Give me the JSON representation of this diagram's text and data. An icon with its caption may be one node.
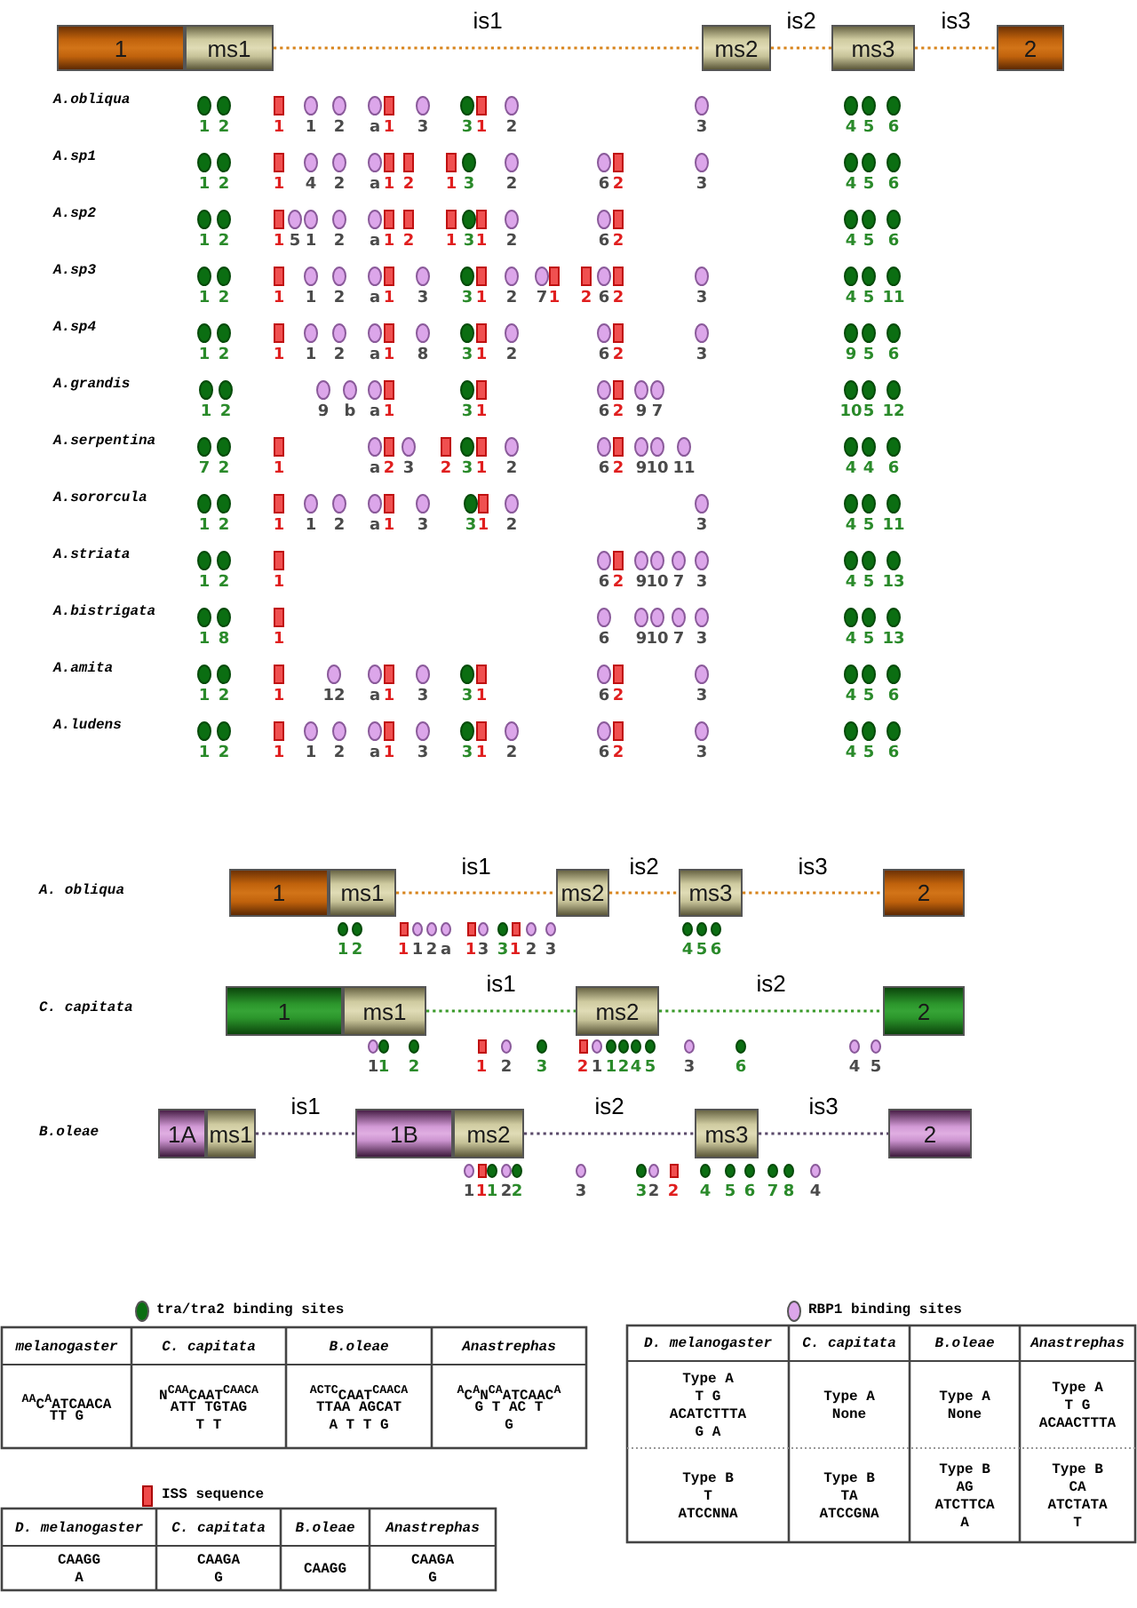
{
  "diagram": {
    "nodes": [
      {
        "text": [
          "1"
        ]
      },
      {
        "text": [
          "ms1"
        ]
      },
      {
        "text": [
          "ms2"
        ]
      },
      {
        "text": [
          "ms3"
        ]
      },
      {
        "text": [
          "2"
        ]
      },
      {
        "text": [
          "1"
        ]
      },
      {
        "text": [
          "ms1"
        ]
      },
      {
        "text": [
          "ms2"
        ]
      },
      {
        "text": [
          "ms3"
        ]
      },
      {
        "text": [
          "2"
        ]
      },
      {
        "text": [
          "1"
        ]
      },
      {
        "text": [
          "ms1"
        ]
      },
      {
        "text": [
          "ms2"
        ]
      },
      {
        "text": [
          "2"
        ]
      },
      {
        "text": [
          "1A"
        ]
      },
      {
        "text": [
          "ms1"
        ]
      },
      {
        "text": [
          "1B"
        ]
      },
      {
        "text": [
          "ms2"
        ]
      },
      {
        "text": [
          "ms3"
        ]
      },
      {
        "text": [
          "2"
        ]
      }
    ],
    "edges": [
      {
        "from": 1,
        "to": 2,
        "arrow": "none",
        "style": "dashed",
        "label": "is1"
      },
      {
        "from": 2,
        "to": 3,
        "arrow": "none",
        "style": "dashed",
        "label": "is2"
      },
      {
        "from": 3,
        "to": 4,
        "arrow": "none",
        "style": "dashed",
        "label": "is3"
      },
      {
        "from": 6,
        "to": 7,
        "arrow": "none",
        "style": "dashed",
        "label": "is1"
      },
      {
        "from": 7,
        "to": 8,
        "arrow": "none",
        "style": "dashed",
        "label": "is2"
      },
      {
        "from": 8,
        "to": 9,
        "arrow": "none",
        "style": "dashed",
        "label": "is3"
      },
      {
        "from": 11,
        "to": 12,
        "arrow": "none",
        "style": "dashed",
        "label": "is1",
        "color": "#3a9a2a"
      },
      {
        "from": 12,
        "to": 13,
        "arrow": "none",
        "style": "dashed",
        "label": "is2",
        "color": "#3a9a2a"
      },
      {
        "from": 15,
        "to": 16,
        "arrow": "none",
        "style": "dashed",
        "label": "is1",
        "color": "#5a4a6a"
      },
      {
        "from": 17,
        "to": 18,
        "arrow": "none",
        "style": "dashed",
        "label": "is2",
        "color": "#5a4a6a"
      },
      {
        "from": 18,
        "to": 19,
        "arrow": "none",
        "style": "dashed",
        "label": "is3",
        "color": "#5a4a6a"
      }
    ],
    "labels": [
      "A.obliqua",
      "1",
      "2",
      "1",
      "1",
      "2",
      "a",
      "1",
      "3",
      "3",
      "1",
      "2",
      "3",
      "4",
      "5",
      "6",
      "A.sp1",
      "1",
      "2",
      "1",
      "4",
      "2",
      "a",
      "1",
      "2",
      "1",
      "3",
      "2",
      "6",
      "2",
      "3",
      "4",
      "5",
      "6",
      "A.sp2",
      "1",
      "2",
      "1",
      "5",
      "1",
      "2",
      "a",
      "1",
      "2",
      "1",
      "3",
      "1",
      "2",
      "6",
      "2",
      "4",
      "5",
      "6",
      "A.sp3",
      "1",
      "2",
      "1",
      "1",
      "2",
      "a",
      "1",
      "3",
      "3",
      "1",
      "2",
      "7",
      "1",
      "2",
      "6",
      "2",
      "3",
      "4",
      "5",
      "11",
      "A.sp4",
      "1",
      "2",
      "1",
      "1",
      "2",
      "a",
      "1",
      "8",
      "3",
      "1",
      "2",
      "6",
      "2",
      "3",
      "9",
      "5",
      "6",
      "A.grandis",
      "1",
      "2",
      "9",
      "b",
      "a",
      "1",
      "3",
      "1",
      "6",
      "2",
      "9",
      "7",
      "10",
      "5",
      "12",
      "A.serpentina",
      "7",
      "2",
      "1",
      "a",
      "2",
      "3",
      "2",
      "3",
      "1",
      "2",
      "6",
      "2",
      "9",
      "10",
      "11",
      "4",
      "4",
      "6",
      "A.sororcula",
      "1",
      "2",
      "1",
      "1",
      "2",
      "a",
      "1",
      "3",
      "3",
      "1",
      "2",
      "3",
      "4",
      "5",
      "11",
      "A.striata",
      "1",
      "2",
      "1",
      "6",
      "2",
      "9",
      "10",
      "7",
      "3",
      "4",
      "5",
      "13",
      "A.bistrigata",
      "1",
      "8",
      "1",
      "6",
      "9",
      "10",
      "7",
      "3",
      "4",
      "5",
      "13",
      "A.amita",
      "1",
      "2",
      "1",
      "12",
      "a",
      "1",
      "3",
      "3",
      "1",
      "6",
      "2",
      "3",
      "4",
      "5",
      "6",
      "A.ludens",
      "1",
      "2",
      "1",
      "1",
      "2",
      "a",
      "1",
      "3",
      "3",
      "1",
      "2",
      "6",
      "2",
      "3",
      "4",
      "5",
      "6",
      "A. obliqua",
      "1",
      "2",
      "1",
      "1",
      "2",
      "a",
      "1",
      "3",
      "3",
      "1",
      "2",
      "3",
      "4",
      "5",
      "6",
      "C. capitata",
      "1",
      "1",
      "2",
      "1",
      "2",
      "3",
      "2",
      "1",
      "1",
      "2",
      "4",
      "5",
      "3",
      "6",
      "4",
      "5",
      "B.oleae",
      "1",
      "1",
      "1",
      "2",
      "2",
      "3",
      "3",
      "2",
      "2",
      "4",
      "5",
      "6",
      "7",
      "8",
      "4",
      "melanogaster",
      "C. capitata",
      "B.oleae",
      "Anastrephas",
      "$^{AA}$C$^{A}$ATCAACA",
      "TT G",
      "N$^{CAA}$CAAT$^{CAACA}$",
      "ATT TGTAG",
      "T T",
      "$^{ACTC}$CAAT$^{CAACA}$",
      "TTAA AGCAT",
      "A T T G",
      "$^{A}$C$^{A}$N$^{CA}$ATCAAC$^{A}$",
      "G T AC T",
      "G",
      "D. melanogaster",
      "C. capitata",
      "B.oleae",
      "Anastrephas",
      "CAAGG",
      "A",
      "CAAGA",
      "G",
      "CAAGG",
      "CAAGA",
      "G",
      "D. melanogaster",
      "C. capitata",
      "B.oleae",
      "Anastrephas",
      "Type A",
      "T G",
      "ACATCTTTA",
      "G A",
      "Type A",
      "None",
      "Type A",
      "None",
      "Type A",
      "T G",
      "ACAACTTTA",
      "Type B",
      "T",
      "ATCCNNA",
      "Type B",
      "TA",
      "ATCCGNA",
      "Type B",
      "AG",
      "ATCTTCA",
      "A",
      "Type B",
      "CA",
      "ATCTATA",
      "T"
    ],
    "legend": [
      {
        "text": "tra/tra2 binding sites",
        "color": "#0b6e12"
      },
      {
        "text": "RBP1 binding sites",
        "color": "#dca6ea"
      },
      {
        "text": "ISS sequence",
        "color": "#f04a4a"
      }
    ]
  }
}
